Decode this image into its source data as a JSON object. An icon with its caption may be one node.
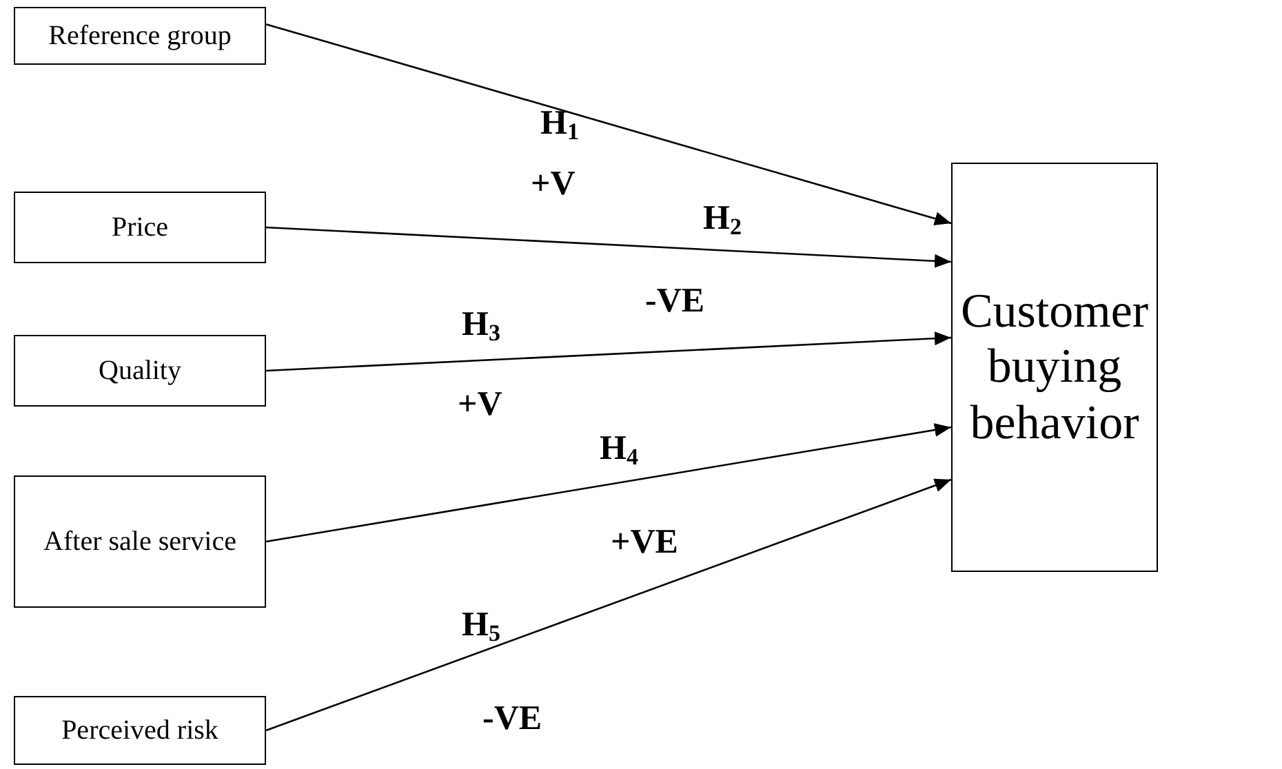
{
  "diagram": {
    "nodes": [
      {
        "text": [
          "Reference group"
        ]
      },
      {
        "text": [
          "Price"
        ]
      },
      {
        "text": [
          "Quality"
        ]
      },
      {
        "text": [
          "After sale service"
        ]
      },
      {
        "text": [
          "Perceived risk"
        ]
      },
      {
        "text": [
          "Customer buying behavior"
        ]
      }
    ],
    "edges": [
      {
        "from": 0,
        "to": 5,
        "arrow": "to",
        "label": "H$_{1}$"
      },
      {
        "from": 1,
        "to": 5,
        "arrow": "to",
        "label": "H$_{2}$"
      },
      {
        "from": 2,
        "to": 5,
        "arrow": "to",
        "label": "H$_{3}$"
      },
      {
        "from": 3,
        "to": 5,
        "arrow": "to",
        "label": "H$_{4}$"
      },
      {
        "from": 4,
        "to": 5,
        "arrow": "to",
        "label": "H$_{5}$"
      }
    ],
    "labels": [
      "+V",
      "-VE",
      "+V",
      "+VE",
      "-VE"
    ]
  }
}
